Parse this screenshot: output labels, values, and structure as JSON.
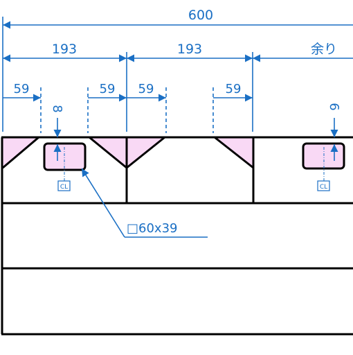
{
  "dimensions": {
    "total": "600",
    "segment_1": "193",
    "segment_2": "193",
    "segment_remainder": "余り",
    "offset_1": "59",
    "offset_2": "59",
    "offset_3": "59",
    "offset_4": "59",
    "vertical_1": "8",
    "vertical_2": "6"
  },
  "callout": {
    "opening_size": "□60x39"
  },
  "labels": {
    "centerline_1": "CL",
    "centerline_2": "CL"
  },
  "colors": {
    "dimension": "#1a6fc4",
    "structure": "#000000",
    "fill": "#f9d9f5"
  }
}
